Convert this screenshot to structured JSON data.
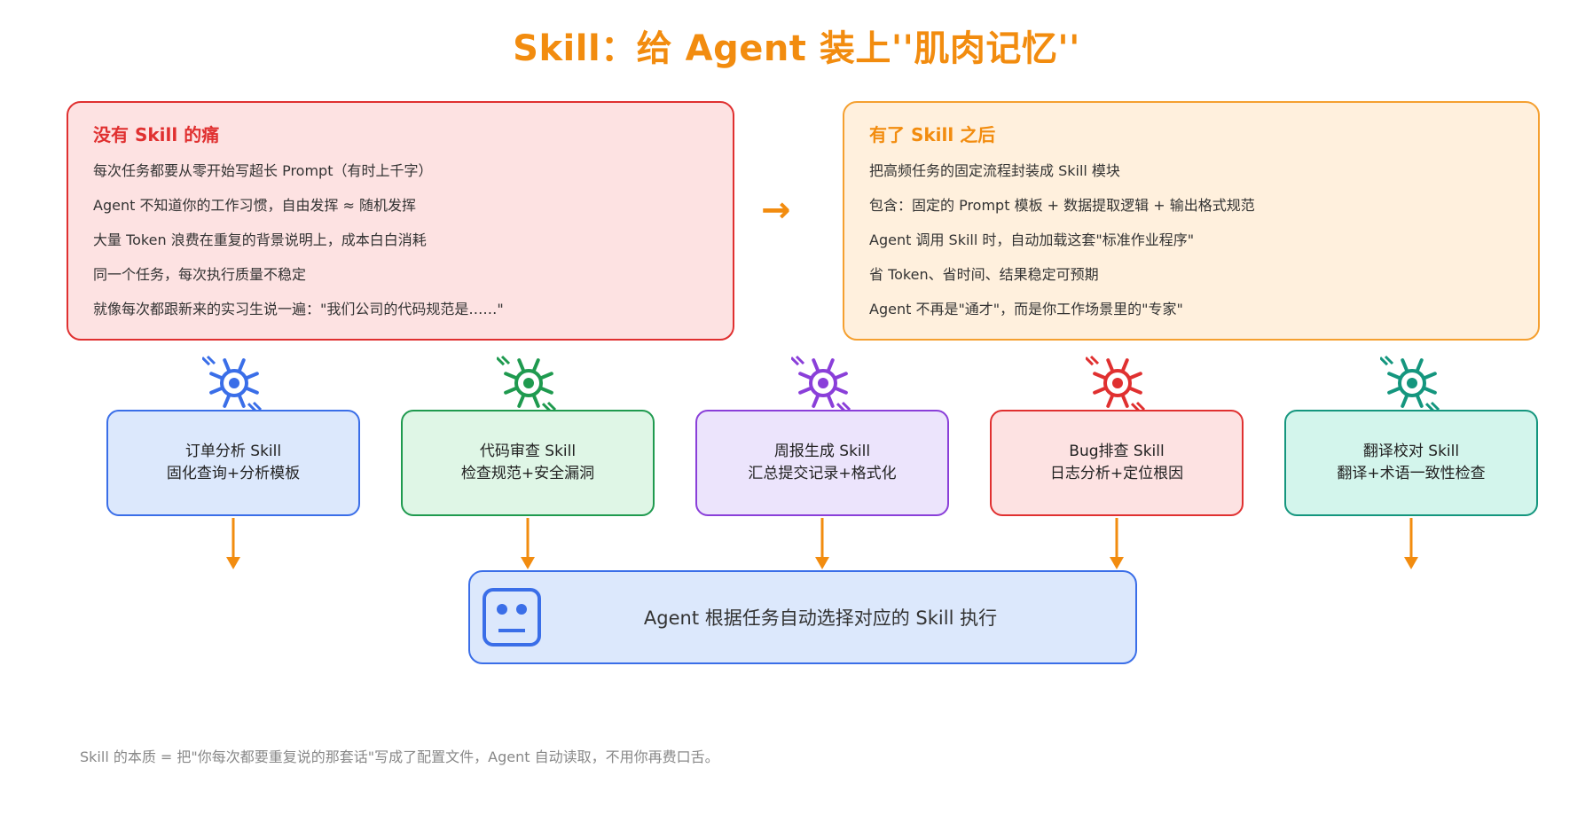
{
  "title": "Skill：给 Agent 装上''肌肉记忆''",
  "pain_panel": {
    "heading": "没有 Skill 的痛",
    "lines": [
      "每次任务都要从零开始写超长 Prompt（有时上千字）",
      "Agent 不知道你的工作习惯，自由发挥 ≈ 随机发挥",
      "大量 Token 浪费在重复的背景说明上，成本白白消耗",
      "同一个任务，每次执行质量不稳定",
      "就像每次都跟新来的实习生说一遍：\"我们公司的代码规范是……\""
    ]
  },
  "gain_panel": {
    "heading": "有了 Skill 之后",
    "lines": [
      "把高频任务的固定流程封装成 Skill 模块",
      "包含：固定的 Prompt 模板 + 数据提取逻辑 + 输出格式规范",
      "Agent 调用 Skill 时，自动加载这套\"标准作业程序\"",
      "省 Token、省时间、结果稳定可预期",
      "Agent 不再是\"通才\"，而是你工作场景里的\"专家\""
    ]
  },
  "arrow_symbol": "→",
  "skills": [
    {
      "name": "订单分析 Skill",
      "desc": "固化查询+分析模板",
      "color": "#3a6ee8",
      "bg": "#dce8fc",
      "icon": "gear-target-icon"
    },
    {
      "name": "代码审查 Skill",
      "desc": "检查规范+安全漏洞",
      "color": "#1f9a4f",
      "bg": "#dff6e6",
      "icon": "gear-target-icon"
    },
    {
      "name": "周报生成 Skill",
      "desc": "汇总提交记录+格式化",
      "color": "#8a3fd9",
      "bg": "#ece4fc",
      "icon": "gear-target-icon"
    },
    {
      "name": "Bug排查 Skill",
      "desc": "日志分析+定位根因",
      "color": "#e03030",
      "bg": "#fde2e2",
      "icon": "gear-target-icon"
    },
    {
      "name": "翻译校对 Skill",
      "desc": "翻译+术语一致性检查",
      "color": "#14967e",
      "bg": "#d3f5ec",
      "icon": "gear-target-icon"
    }
  ],
  "agent": {
    "label": "Agent 根据任务自动选择对应的 Skill 执行",
    "icon": "robot-face-icon"
  },
  "footer": "Skill 的本质 = 把\"你每次都要重复说的那套话\"写成了配置文件，Agent 自动读取，不用你再费口舌。",
  "colors": {
    "accent": "#f28c0f",
    "agent_blue": "#3a6ee8"
  }
}
